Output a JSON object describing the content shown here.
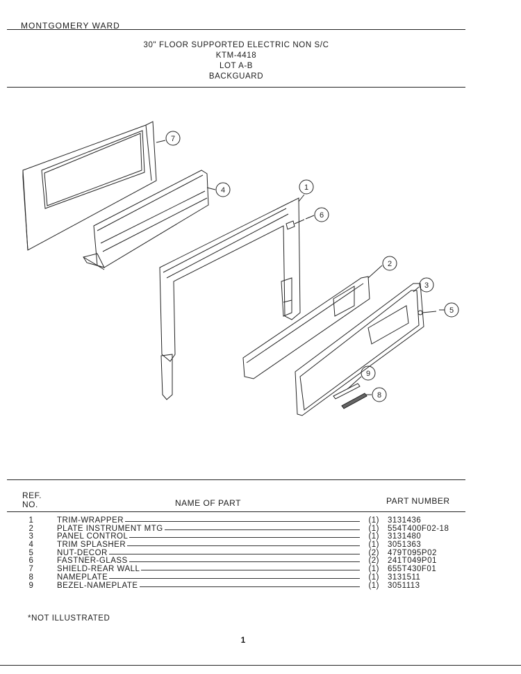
{
  "header": {
    "brand": "MONTGOMERY WARD",
    "title_lines": [
      "30\" FLOOR SUPPORTED ELECTRIC NON S/C",
      "KTM-4418",
      "LOT A-B",
      "BACKGUARD"
    ]
  },
  "diagram": {
    "callouts": [
      "1",
      "2",
      "3",
      "4",
      "5",
      "6",
      "7",
      "8",
      "9"
    ]
  },
  "table": {
    "col_ref": "REF.",
    "col_no": "NO.",
    "col_name": "NAME OF PART",
    "col_pn": "PART NUMBER",
    "rows": [
      {
        "ref": "1",
        "name": "TRIM-WRAPPER",
        "qty": "(1)",
        "pn": "3131436"
      },
      {
        "ref": "2",
        "name": "PLATE INSTRUMENT MTG",
        "qty": "(1)",
        "pn": "554T400F02-18"
      },
      {
        "ref": "3",
        "name": "PANEL CONTROL",
        "qty": "(1)",
        "pn": "3131480"
      },
      {
        "ref": "4",
        "name": "TRIM SPLASHER",
        "qty": "(1)",
        "pn": "3051363"
      },
      {
        "ref": "5",
        "name": "NUT-DECOR",
        "qty": "(2)",
        "pn": "479T095P02"
      },
      {
        "ref": "6",
        "name": "FASTNER-GLASS",
        "qty": "(2)",
        "pn": "241T049P01"
      },
      {
        "ref": "7",
        "name": "SHIELD-REAR WALL",
        "qty": "(1)",
        "pn": "655T430F01"
      },
      {
        "ref": "8",
        "name": "NAMEPLATE",
        "qty": "(1)",
        "pn": "3131511"
      },
      {
        "ref": "9",
        "name": "BEZEL-NAMEPLATE",
        "qty": "(1)",
        "pn": "3051113"
      }
    ]
  },
  "footnote": "*NOT ILLUSTRATED",
  "page_number": "1"
}
